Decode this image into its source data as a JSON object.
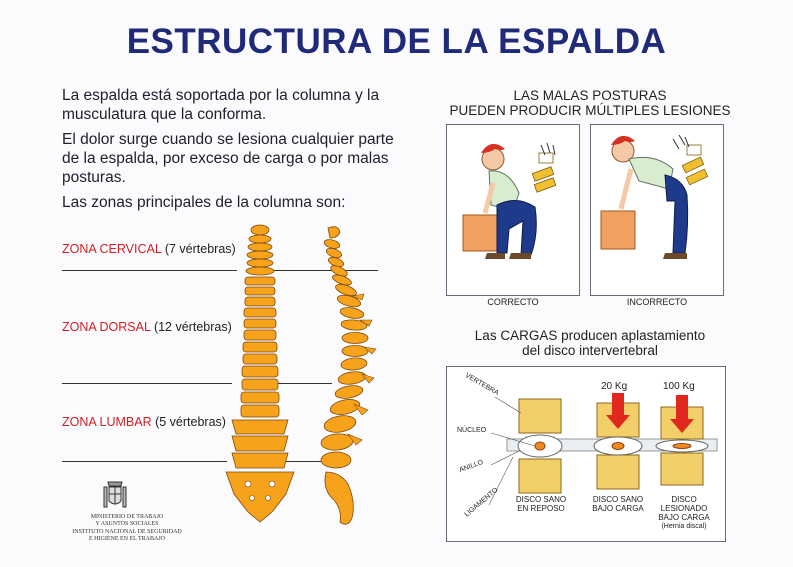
{
  "title": "ESTRUCTURA DE LA ESPALDA",
  "intro": {
    "p1": "La espalda está soportada por la columna y la musculatura que la conforma.",
    "p2": "El dolor surge cuando se lesiona cualquier parte de la espalda, por exceso de carga o por malas posturas.",
    "p3": "Las zonas principales de la columna son:"
  },
  "zones": [
    {
      "name": "ZONA CERVICAL",
      "count": "(7 vértebras)"
    },
    {
      "name": "ZONA DORSAL",
      "count": "(12 vértebras)"
    },
    {
      "name": "ZONA LUMBAR",
      "count": "(5 vértebras)"
    }
  ],
  "postures": {
    "heading_line1": "LAS MALAS POSTURAS",
    "heading_line2": "PUEDEN PRODUCIR MÚLTIPLES LESIONES",
    "correct_label": "CORRECTO",
    "incorrect_label": "INCORRECTO"
  },
  "loads": {
    "heading_line1": "Las CARGAS producen aplastamiento",
    "heading_line2": "del disco intervertebral",
    "weight1": "20 Kg",
    "weight2": "100 Kg",
    "parts": [
      "VERTEBRA",
      "NÚCLEO",
      "ANILLO",
      "LIGAMENTO"
    ],
    "disc1_line1": "DISCO SANO",
    "disc1_line2": "EN REPOSO",
    "disc2_line1": "DISCO SANO",
    "disc2_line2": "BAJO CARGA",
    "disc3_line1": "DISCO LESIONADO",
    "disc3_line2": "BAJO CARGA",
    "disc3_line3": "(Hernia discal)"
  },
  "ministry": {
    "line1": "MINISTERIO DE TRABAJO",
    "line2": "Y ASUNTOS SOCIALES",
    "line3": "INSTITUTO NACIONAL DE SEGURIDAD",
    "line4": "E HIGIENE EN EL TRABAJO"
  },
  "colors": {
    "title": "#1f2a78",
    "zone_name": "#d02027",
    "bone": "#f7a21b",
    "arrow": "#e0281f",
    "box": "#f0a060"
  }
}
